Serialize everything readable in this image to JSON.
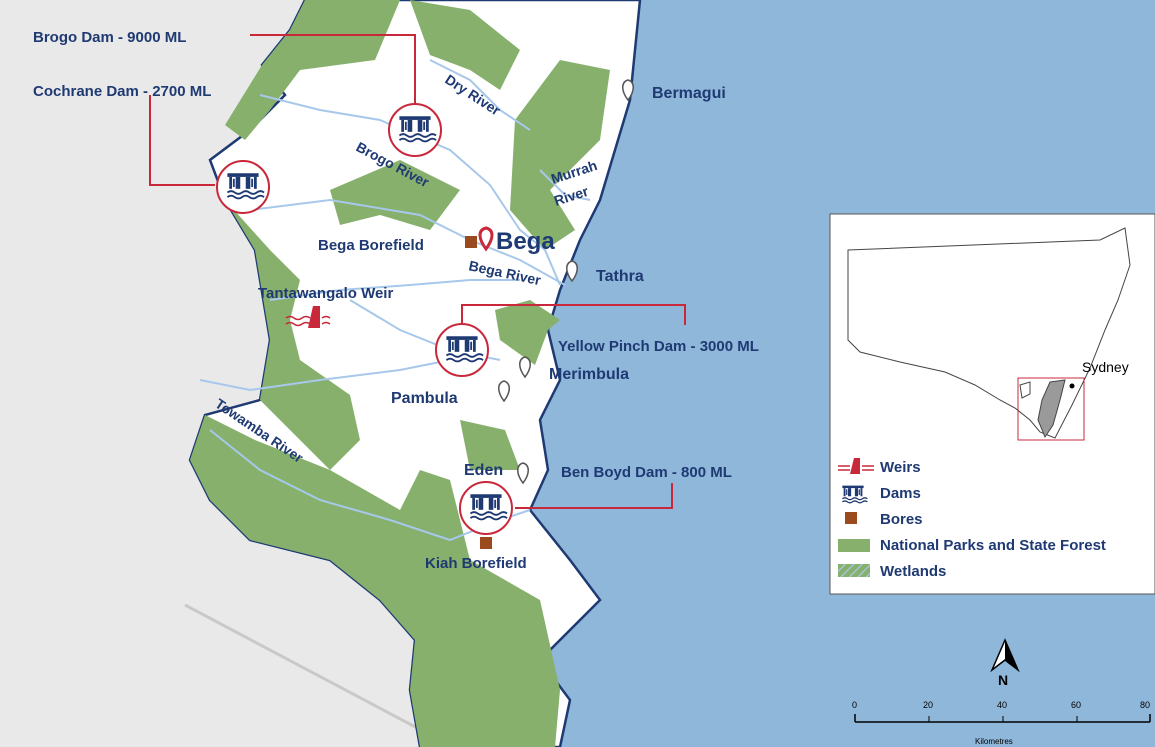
{
  "colors": {
    "sea": "#8fb7da",
    "land": "#ffffff",
    "park": "#86b06c",
    "outside": "#e9e9e9",
    "boundary": "#1f3a73",
    "river": "#a7c8ea",
    "callout": "#c8283a",
    "bore": "#9a4a1c",
    "label": "#1f3a73"
  },
  "dams": [
    {
      "label": "Brogo Dam - 9000 ML"
    },
    {
      "label": "Cochrane Dam - 2700 ML"
    },
    {
      "label": "Yellow Pinch Dam - 3000 ML"
    },
    {
      "label": "Ben Boyd Dam - 800 ML"
    }
  ],
  "weir": {
    "label": "Tantawangalo Weir"
  },
  "bores": [
    {
      "label": "Bega Borefield"
    },
    {
      "label": "Kiah Borefield"
    }
  ],
  "rivers": [
    {
      "label": "Dry River"
    },
    {
      "label": "Brogo River"
    },
    {
      "label": "Murrah River",
      "line1": "Murrah",
      "line2": "River"
    },
    {
      "label": "Bega River"
    },
    {
      "label": "Towamba River"
    }
  ],
  "towns": {
    "main": "Bega",
    "others": [
      "Bermagui",
      "Tathra",
      "Merimbula",
      "Pambula",
      "Eden"
    ]
  },
  "inset": {
    "city_label": "Sydney"
  },
  "legend": {
    "items": [
      {
        "label": "Weirs",
        "icon": "weir-icon"
      },
      {
        "label": "Dams",
        "icon": "dam-icon"
      },
      {
        "label": "Bores",
        "icon": "bore-icon"
      },
      {
        "label": "National Parks and State Forest",
        "icon": "park-swatch"
      },
      {
        "label": "Wetlands",
        "icon": "wetland-swatch"
      }
    ]
  },
  "north_arrow": {
    "label": "N"
  },
  "scale_bar": {
    "ticks": [
      "0",
      "20",
      "40",
      "60",
      "80"
    ],
    "unit": "Kilometres"
  }
}
